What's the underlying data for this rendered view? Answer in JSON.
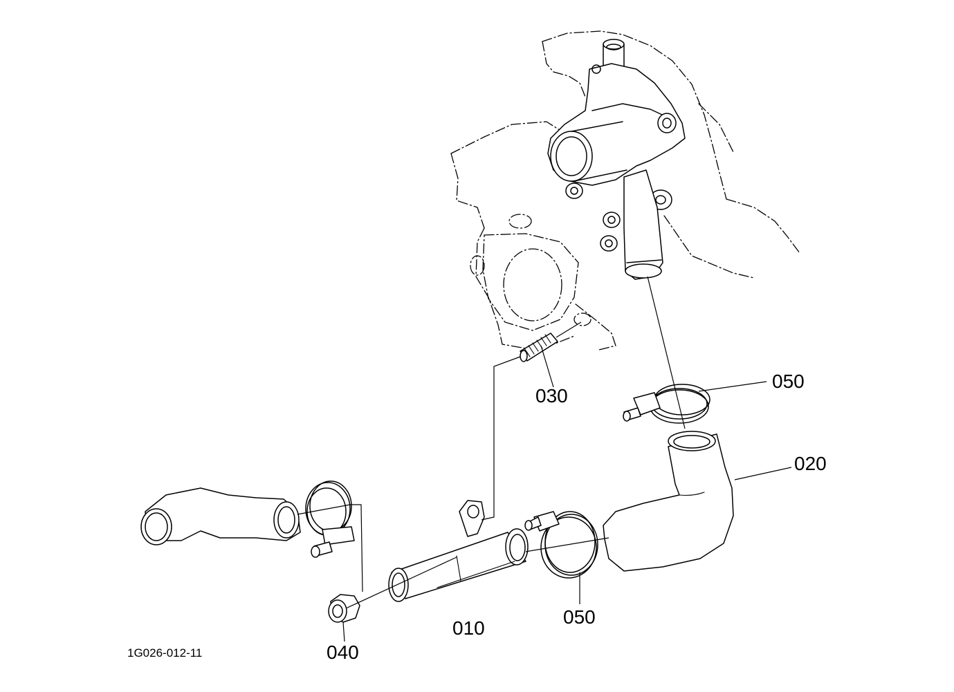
{
  "figure_ref": "1G026-012-11",
  "callouts": {
    "pipe": "010",
    "hose_outlet": "020",
    "stud": "030",
    "nut": "040",
    "clamp_upper": "050",
    "clamp_lower": "050"
  }
}
